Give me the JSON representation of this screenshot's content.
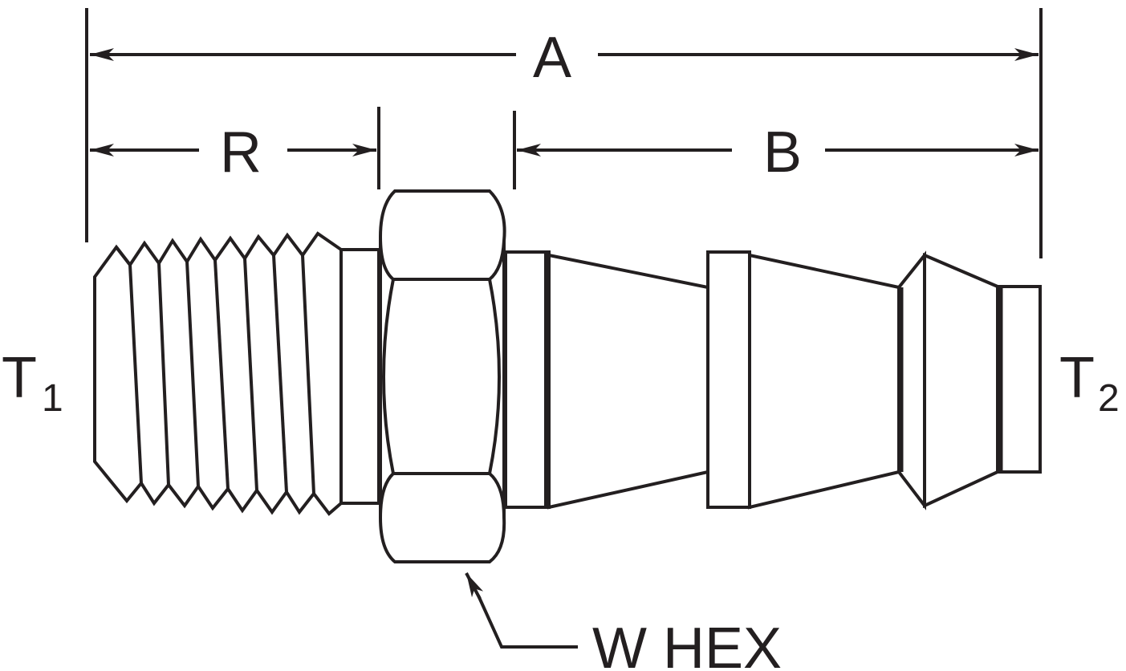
{
  "diagram": {
    "labels": {
      "overall_length": "A",
      "thread_length": "R",
      "barb_length": "B",
      "thread_end_main": "T",
      "thread_end_sub": "1",
      "hose_end_main": "T",
      "hose_end_sub": "2",
      "hex": "W HEX"
    },
    "colors": {
      "ink": "#231f20",
      "background": "#ffffff"
    }
  }
}
